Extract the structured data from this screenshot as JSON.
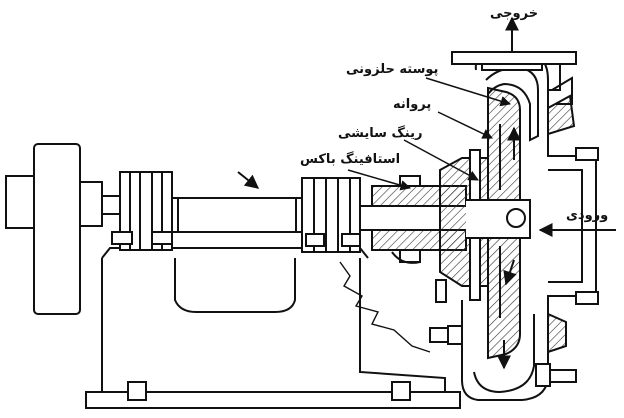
{
  "diagram": {
    "labels": {
      "outlet": "خروجی",
      "volute_casing": "پوسته حلزونی",
      "impeller": "پروانه",
      "wear_ring": "رینگ سایشی",
      "stuffing_box": "استافینگ باکس",
      "inlet": "ورودی"
    },
    "colors": {
      "line": "#111111",
      "hatch": "#555555",
      "background": "#ffffff"
    }
  }
}
